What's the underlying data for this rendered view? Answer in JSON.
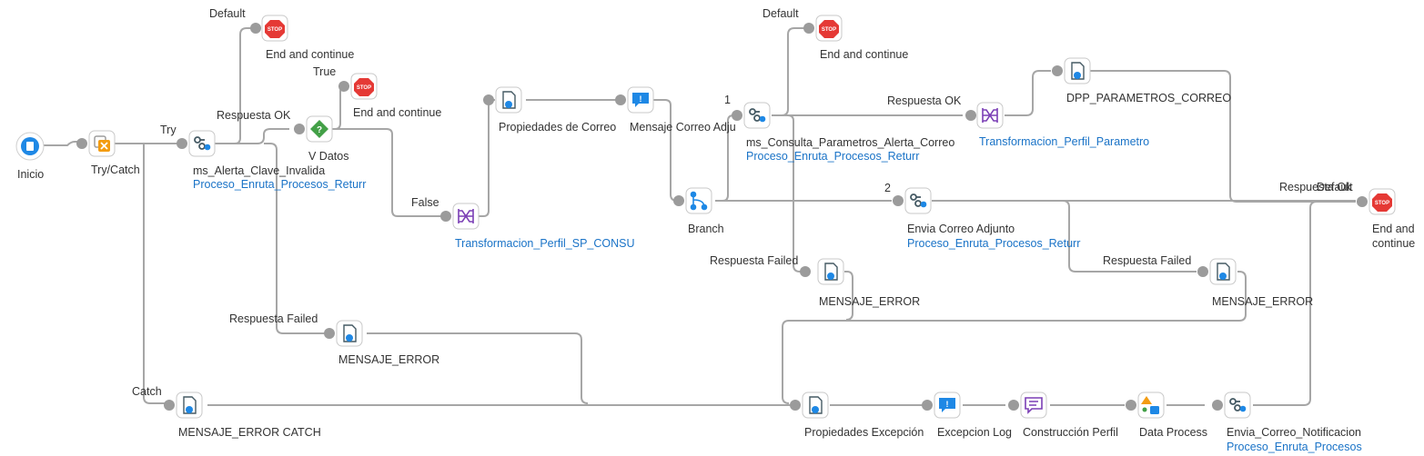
{
  "nodes": {
    "inicio": {
      "label": "Inicio",
      "icon": "start-icon"
    },
    "try_catch": {
      "label": "Try/Catch",
      "icon": "try-catch-icon"
    },
    "ms_alerta": {
      "label": "ms_Alerta_Clave_Invalida",
      "sublabel": "Proceso_Enruta_Procesos_Returr",
      "icon": "connector-icon"
    },
    "v_datos": {
      "label": "V Datos",
      "icon": "decision-icon"
    },
    "stop1": {
      "label": "End and continue",
      "icon": "stop-icon"
    },
    "stop2": {
      "label": "End and continue",
      "icon": "stop-icon"
    },
    "transf_sp": {
      "label": "Transformacion_Perfil_SP_CONSU",
      "icon": "map-icon"
    },
    "prop_correo": {
      "label": "Propiedades de Correo",
      "icon": "doc-icon"
    },
    "msg_correo": {
      "label": "Mensaje Correo Adju",
      "icon": "message-icon"
    },
    "branch": {
      "label": "Branch",
      "icon": "branch-icon"
    },
    "ms_consulta": {
      "label": "ms_Consulta_Parametros_Alerta_Correo",
      "sublabel": "Proceso_Enruta_Procesos_Returr",
      "icon": "connector-icon"
    },
    "stop3": {
      "label": "End and continue",
      "icon": "stop-icon"
    },
    "transf_param": {
      "label": "Transformacion_Perfil_Parametro",
      "icon": "map-icon"
    },
    "dpp": {
      "label": "DPP_PARAMETROS_CORREO",
      "icon": "doc-icon"
    },
    "envia_correo": {
      "label": "Envia Correo Adjunto",
      "sublabel": "Proceso_Enruta_Procesos_Returr",
      "icon": "connector-icon"
    },
    "stop4": {
      "label_line1": "End and",
      "label_line2": "continue",
      "icon": "stop-icon"
    },
    "msg_err_mid": {
      "label": "MENSAJE_ERROR",
      "icon": "doc-icon"
    },
    "msg_err_right": {
      "label": "MENSAJE_ERROR",
      "icon": "doc-icon"
    },
    "msg_err_left": {
      "label": "MENSAJE_ERROR",
      "icon": "doc-icon"
    },
    "msg_err_catch": {
      "label": "MENSAJE_ERROR CATCH",
      "icon": "doc-icon"
    },
    "prop_excep": {
      "label": "Propiedades Excepción",
      "icon": "doc-icon"
    },
    "excep_log": {
      "label": "Excepcion Log",
      "icon": "message-icon"
    },
    "construccion": {
      "label": "Construcción Perfil",
      "icon": "chat-icon"
    },
    "data_process": {
      "label": "Data Process",
      "icon": "data-process-icon"
    },
    "envia_notif": {
      "label": "Envia_Correo_Notificacion",
      "sublabel": "Proceso_Enruta_Procesos",
      "icon": "connector-icon"
    }
  },
  "path_labels": {
    "default1": "Default",
    "default2": "Default",
    "default3": "Default",
    "try": "Try",
    "catch": "Catch",
    "respuesta_ok1": "Respuesta OK",
    "respuesta_ok2": "Respuesta OK",
    "respuesta_ok3": "Respuesta Ok",
    "true": "True",
    "false": "False",
    "branch1": "1",
    "branch2": "2",
    "respuesta_failed1": "Respuesta Failed",
    "respuesta_failed2": "Respuesta Failed",
    "respuesta_failed3": "Respuesta Failed"
  },
  "colors": {
    "stop": "#e53935",
    "decision": "#43a047",
    "info": "#1e88e5",
    "map": "#7b3fb5",
    "try_catch": "#f39c12",
    "connector": "#455a64",
    "link": "#1a73c7"
  }
}
